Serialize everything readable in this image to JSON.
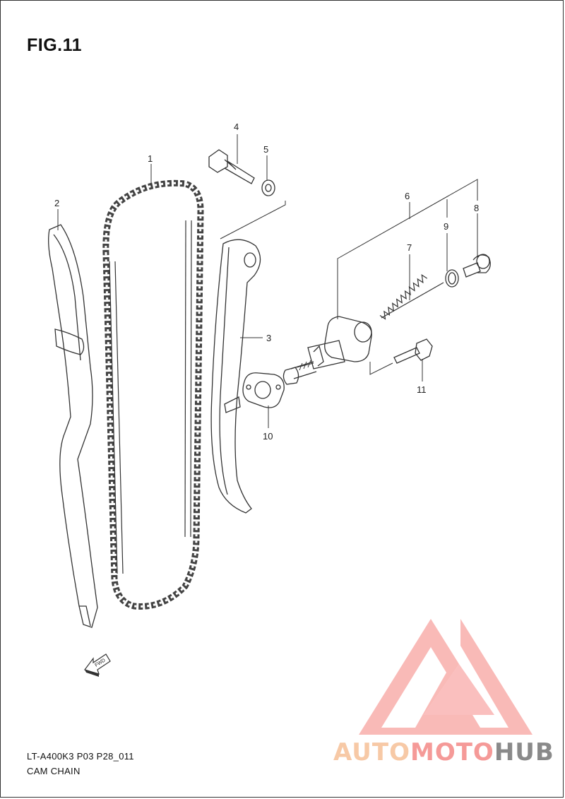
{
  "figure": {
    "title": "FIG.11",
    "code": "LT-A400K3 P03 P28_011",
    "caption": "CAM CHAIN"
  },
  "callouts": [
    "1",
    "2",
    "3",
    "4",
    "5",
    "6",
    "7",
    "8",
    "9",
    "10",
    "11"
  ],
  "fwd_label": "FWD",
  "brand": {
    "part1": "AUTO",
    "part2": "MOTO",
    "part3": "HUB"
  },
  "colors": {
    "line": "#333333",
    "logo_red": "#f5716f",
    "logo_pink": "#f7a3a0",
    "brand_orange": "#f7c9a6",
    "brand_gray": "#8a8a8a"
  }
}
